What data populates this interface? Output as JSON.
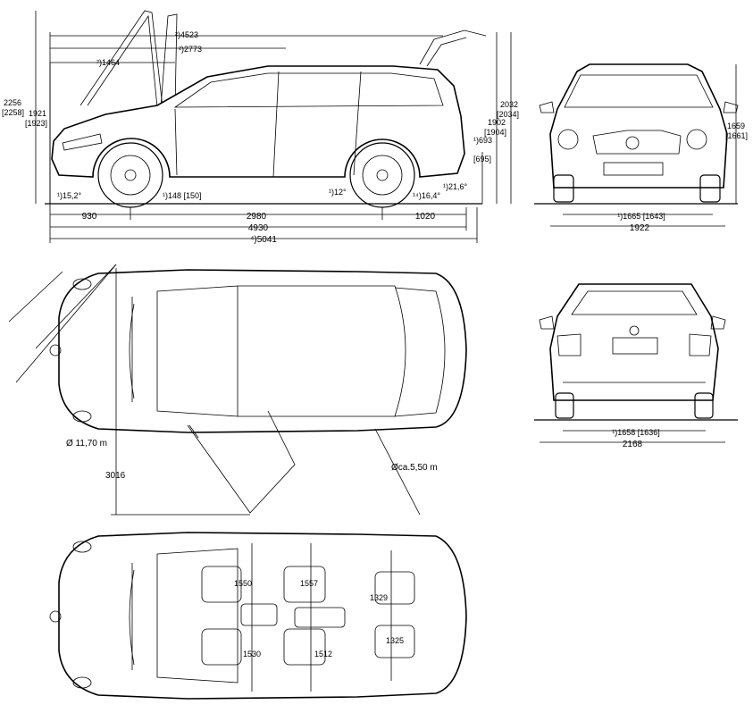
{
  "side": {
    "overhang_front": "930",
    "wheelbase": "2980",
    "overhang_rear": "1020",
    "length": "4930",
    "length_long": "⁴)5041",
    "hood_open": "²)1464",
    "front_door_open": "²)2773",
    "tailgate_open": "²)4523",
    "height_open_tailgate": "2256\n[2258]",
    "height": "1921\n[1923]",
    "height_rear": "2032\n[2034]",
    "height_rear_b": "1902\n[1904]",
    "rear_bumper": "¹)693",
    "rear_bumper_b": "[695]",
    "approach_angle": "¹)15,2°",
    "ground_clearance": "¹)148 [150]",
    "ramp_angle": "¹)12°",
    "departure_a": "¹⁴)16,4°",
    "departure_b": "¹)21,6°"
  },
  "front": {
    "height": "1659\n[1661]",
    "track": "¹)1665 [1643]",
    "width": "1922"
  },
  "rear": {
    "track": "¹)1658 [1636]",
    "width": "2168"
  },
  "top": {
    "turning_circle": "Ø 11,70 m",
    "inner_radius": "Øca.5,50 m",
    "turning_dim": "3016"
  },
  "interior": {
    "front_shoulder": "1550",
    "second_shoulder": "1557",
    "third_shoulder": "1329",
    "front_hip": "1530",
    "second_hip": "1512",
    "third_hip": "1325"
  }
}
